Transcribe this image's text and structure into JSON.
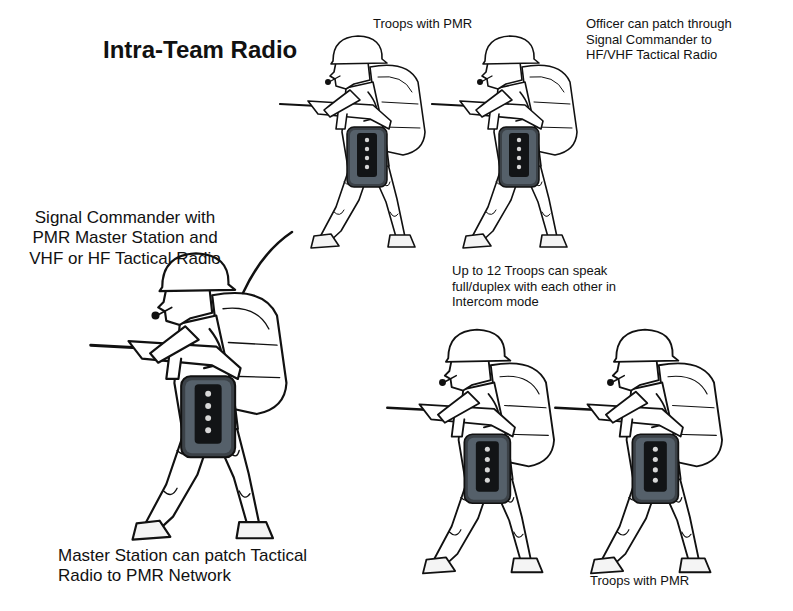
{
  "diagram": {
    "title": "Intra-Team Radio",
    "labels": [
      "Troops with PMR",
      "Officer can patch through Signal Commander to HF/VHF Tactical Radio",
      "Signal Commander with PMR Master Station and VHF or HF Tactical Radio",
      "Up to 12 Troops can speak full/duplex with each other in Intercom mode",
      "Master Station can patch Tactical Radio to PMR Network",
      "Troops with PMR"
    ]
  }
}
